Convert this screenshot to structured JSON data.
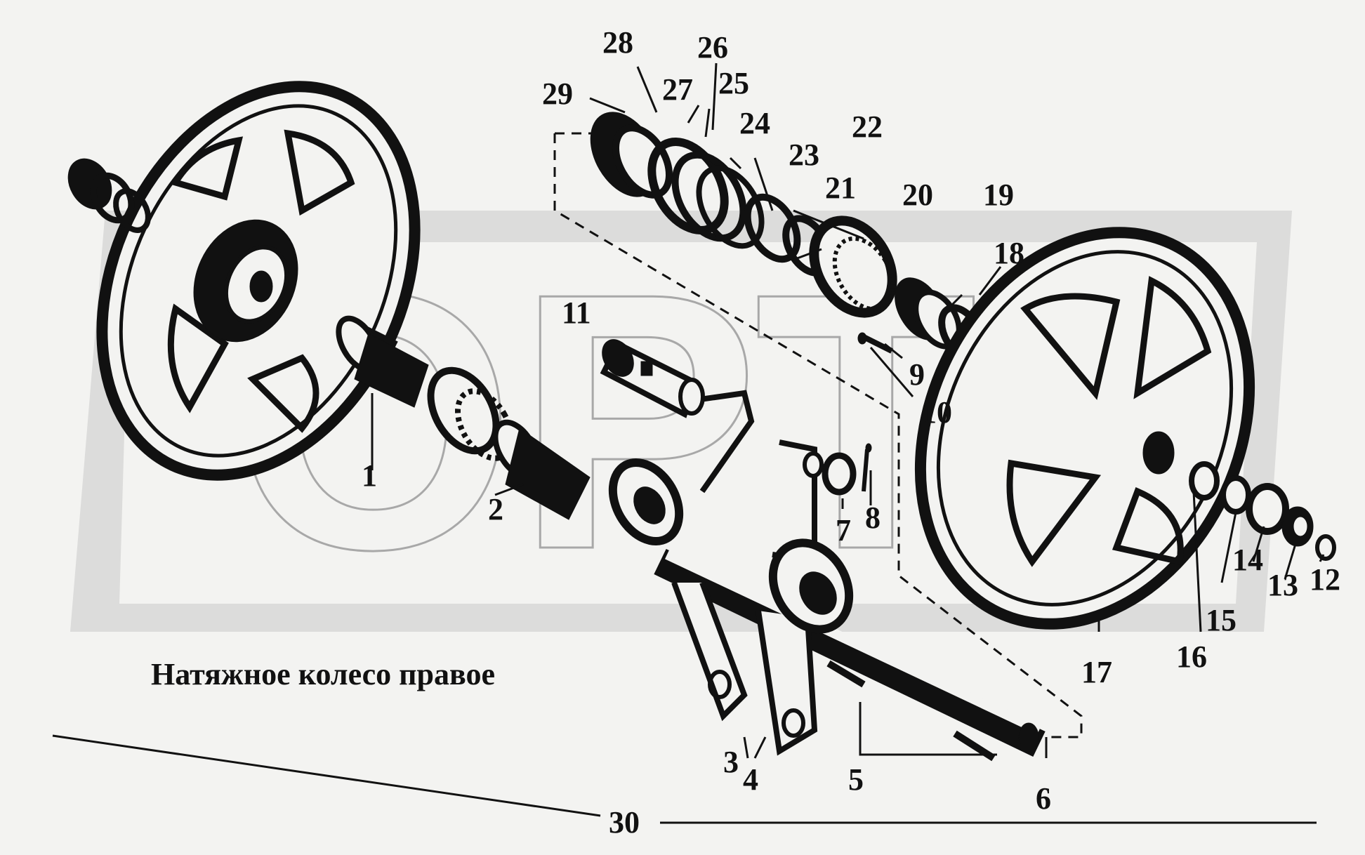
{
  "title": "Натяжное колесо правое",
  "page_number": "30",
  "watermark": "ОРТ",
  "labels": [
    "1",
    "2",
    "3",
    "4",
    "5",
    "6",
    "7",
    "8",
    "9",
    "10",
    "11",
    "12",
    "13",
    "14",
    "15",
    "16",
    "17",
    "18",
    "19",
    "20",
    "21",
    "22",
    "23",
    "24",
    "25",
    "26",
    "27",
    "28",
    "29"
  ],
  "colors": {
    "ink": "#111111",
    "background": "#f3f3f1",
    "watermark": "#c8c8c8"
  }
}
